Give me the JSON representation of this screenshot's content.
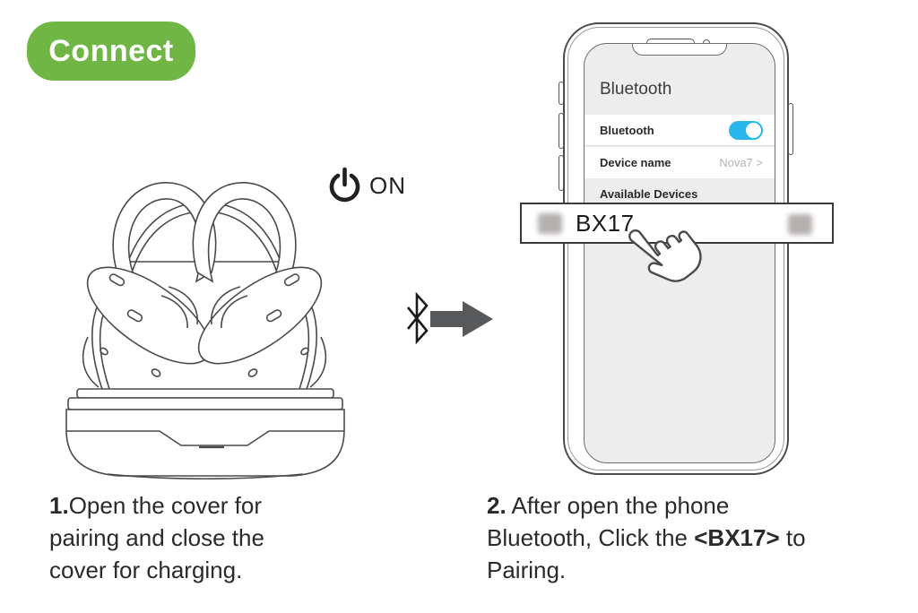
{
  "badge": {
    "label": "Connect",
    "bg_color": "#6fb645",
    "text_color": "#ffffff"
  },
  "power": {
    "label": "ON",
    "icon": "power-icon"
  },
  "connection": {
    "bluetooth_icon": "bluetooth-icon",
    "arrow_icon": "arrow-right-icon",
    "arrow_color": "#58595b"
  },
  "phone": {
    "title": "Bluetooth",
    "toggle_row": {
      "label": "Bluetooth",
      "state": "on"
    },
    "device_row": {
      "label": "Device name",
      "value": "Nova7 >"
    },
    "section_header": "Available Devices",
    "device_bar": {
      "name": "BX17"
    },
    "colors": {
      "toggle_on": "#29b6ea",
      "screen_bg": "#ededed",
      "value_text": "#b3b3b3"
    }
  },
  "steps": {
    "step1": {
      "number": "1.",
      "text": "Open the cover for pairing and close the cover for charging."
    },
    "step2": {
      "number": "2.",
      "before": " After open the phone Bluetooth, Click the ",
      "device": "<BX17>",
      "after": " to Pairing."
    }
  }
}
